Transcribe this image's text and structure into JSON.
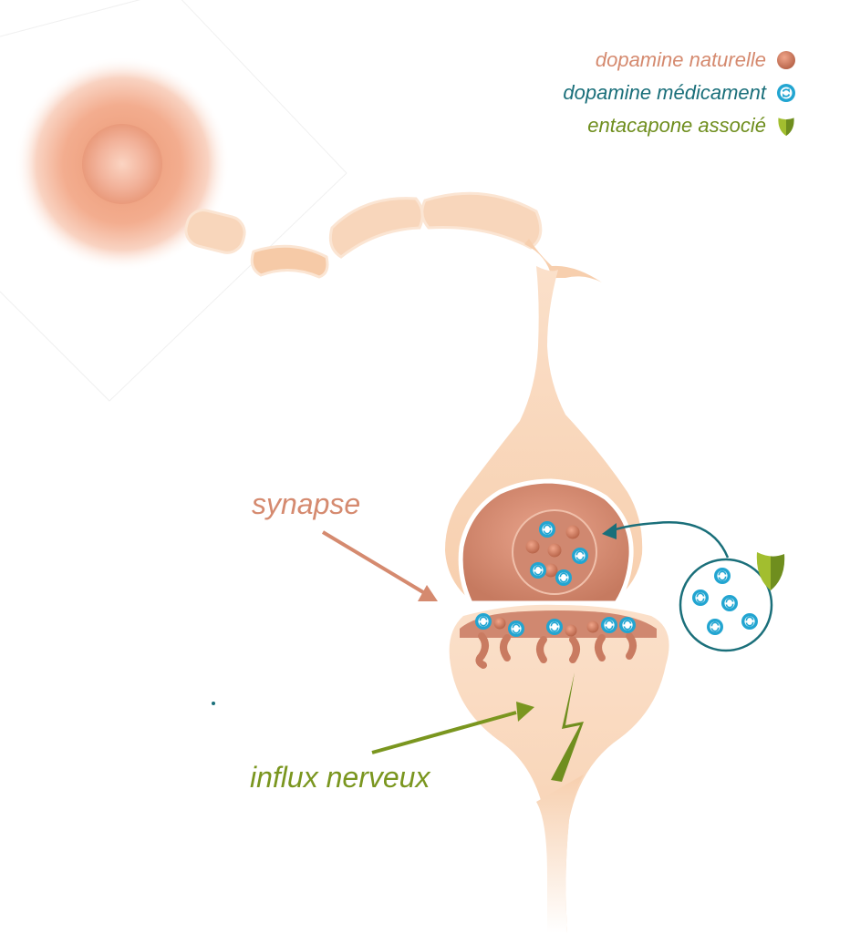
{
  "legend": {
    "natural": {
      "label": "dopamine naturelle",
      "color": "#d58a6f",
      "icon": "natural-dopamine-dot-icon"
    },
    "drug": {
      "label": "dopamine médicament",
      "color": "#1a6f7a",
      "icon": "drug-dopamine-cycle-icon"
    },
    "entacapone": {
      "label": "entacapone associé",
      "color": "#6f8e1e",
      "icon": "shield-icon"
    }
  },
  "labels": {
    "synapse": {
      "text": "synapse",
      "color": "#d58a6f"
    },
    "influx": {
      "text": "influx nerveux",
      "color": "#7a961f"
    }
  },
  "colors": {
    "neuron_body": "#f8d3b3",
    "vesicle": "#c97b61",
    "drug_blue": "#22a5d1",
    "teal": "#1a6f7a",
    "green": "#7a961f"
  }
}
